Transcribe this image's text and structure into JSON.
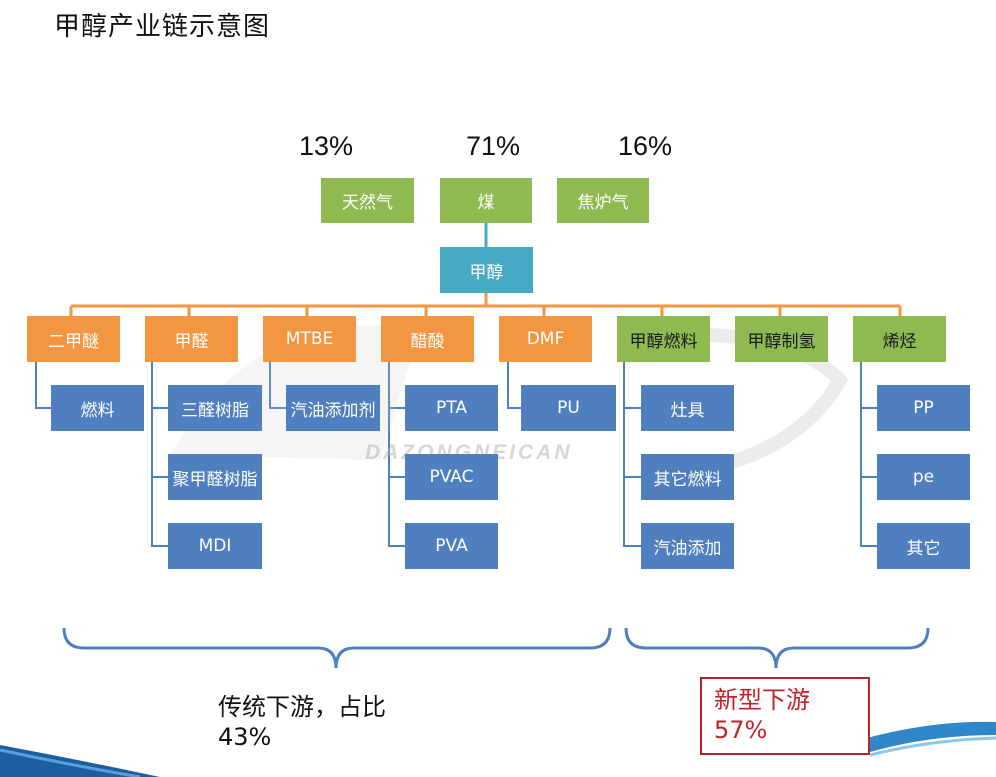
{
  "title": "甲醇产业链示意图",
  "sources": [
    {
      "pct": "13%",
      "label": "天然气"
    },
    {
      "pct": "71%",
      "label": "煤"
    },
    {
      "pct": "16%",
      "label": "焦炉气"
    }
  ],
  "center": "甲醇",
  "categories": [
    {
      "label": "二甲醚",
      "children": [
        "燃料"
      ]
    },
    {
      "label": "甲醛",
      "children": [
        "三醛树脂",
        "聚甲醛树脂",
        "MDI"
      ]
    },
    {
      "label": "MTBE",
      "children": [
        "汽油添加剂"
      ]
    },
    {
      "label": "醋酸",
      "children": [
        "PTA",
        "PVAC",
        "PVA"
      ]
    },
    {
      "label": "DMF",
      "children": [
        "PU"
      ]
    },
    {
      "label": "甲醇燃料",
      "children": [
        "灶具",
        "其它燃料",
        "汽油添加"
      ]
    },
    {
      "label": "甲醇制氢",
      "children": []
    },
    {
      "label": "烯烃",
      "children": [
        "PP",
        "pe",
        "其它"
      ]
    }
  ],
  "traditional": {
    "line1": "传统下游，占比",
    "line2": "43%"
  },
  "newtype": {
    "line1": "新型下游",
    "line2": "57%"
  },
  "watermark": "DAZONGNEICAN",
  "colors": {
    "green": "#8fba52",
    "teal": "#46aac4",
    "orange": "#f29642",
    "blue": "#4f7fbf",
    "red": "#c0242a"
  }
}
